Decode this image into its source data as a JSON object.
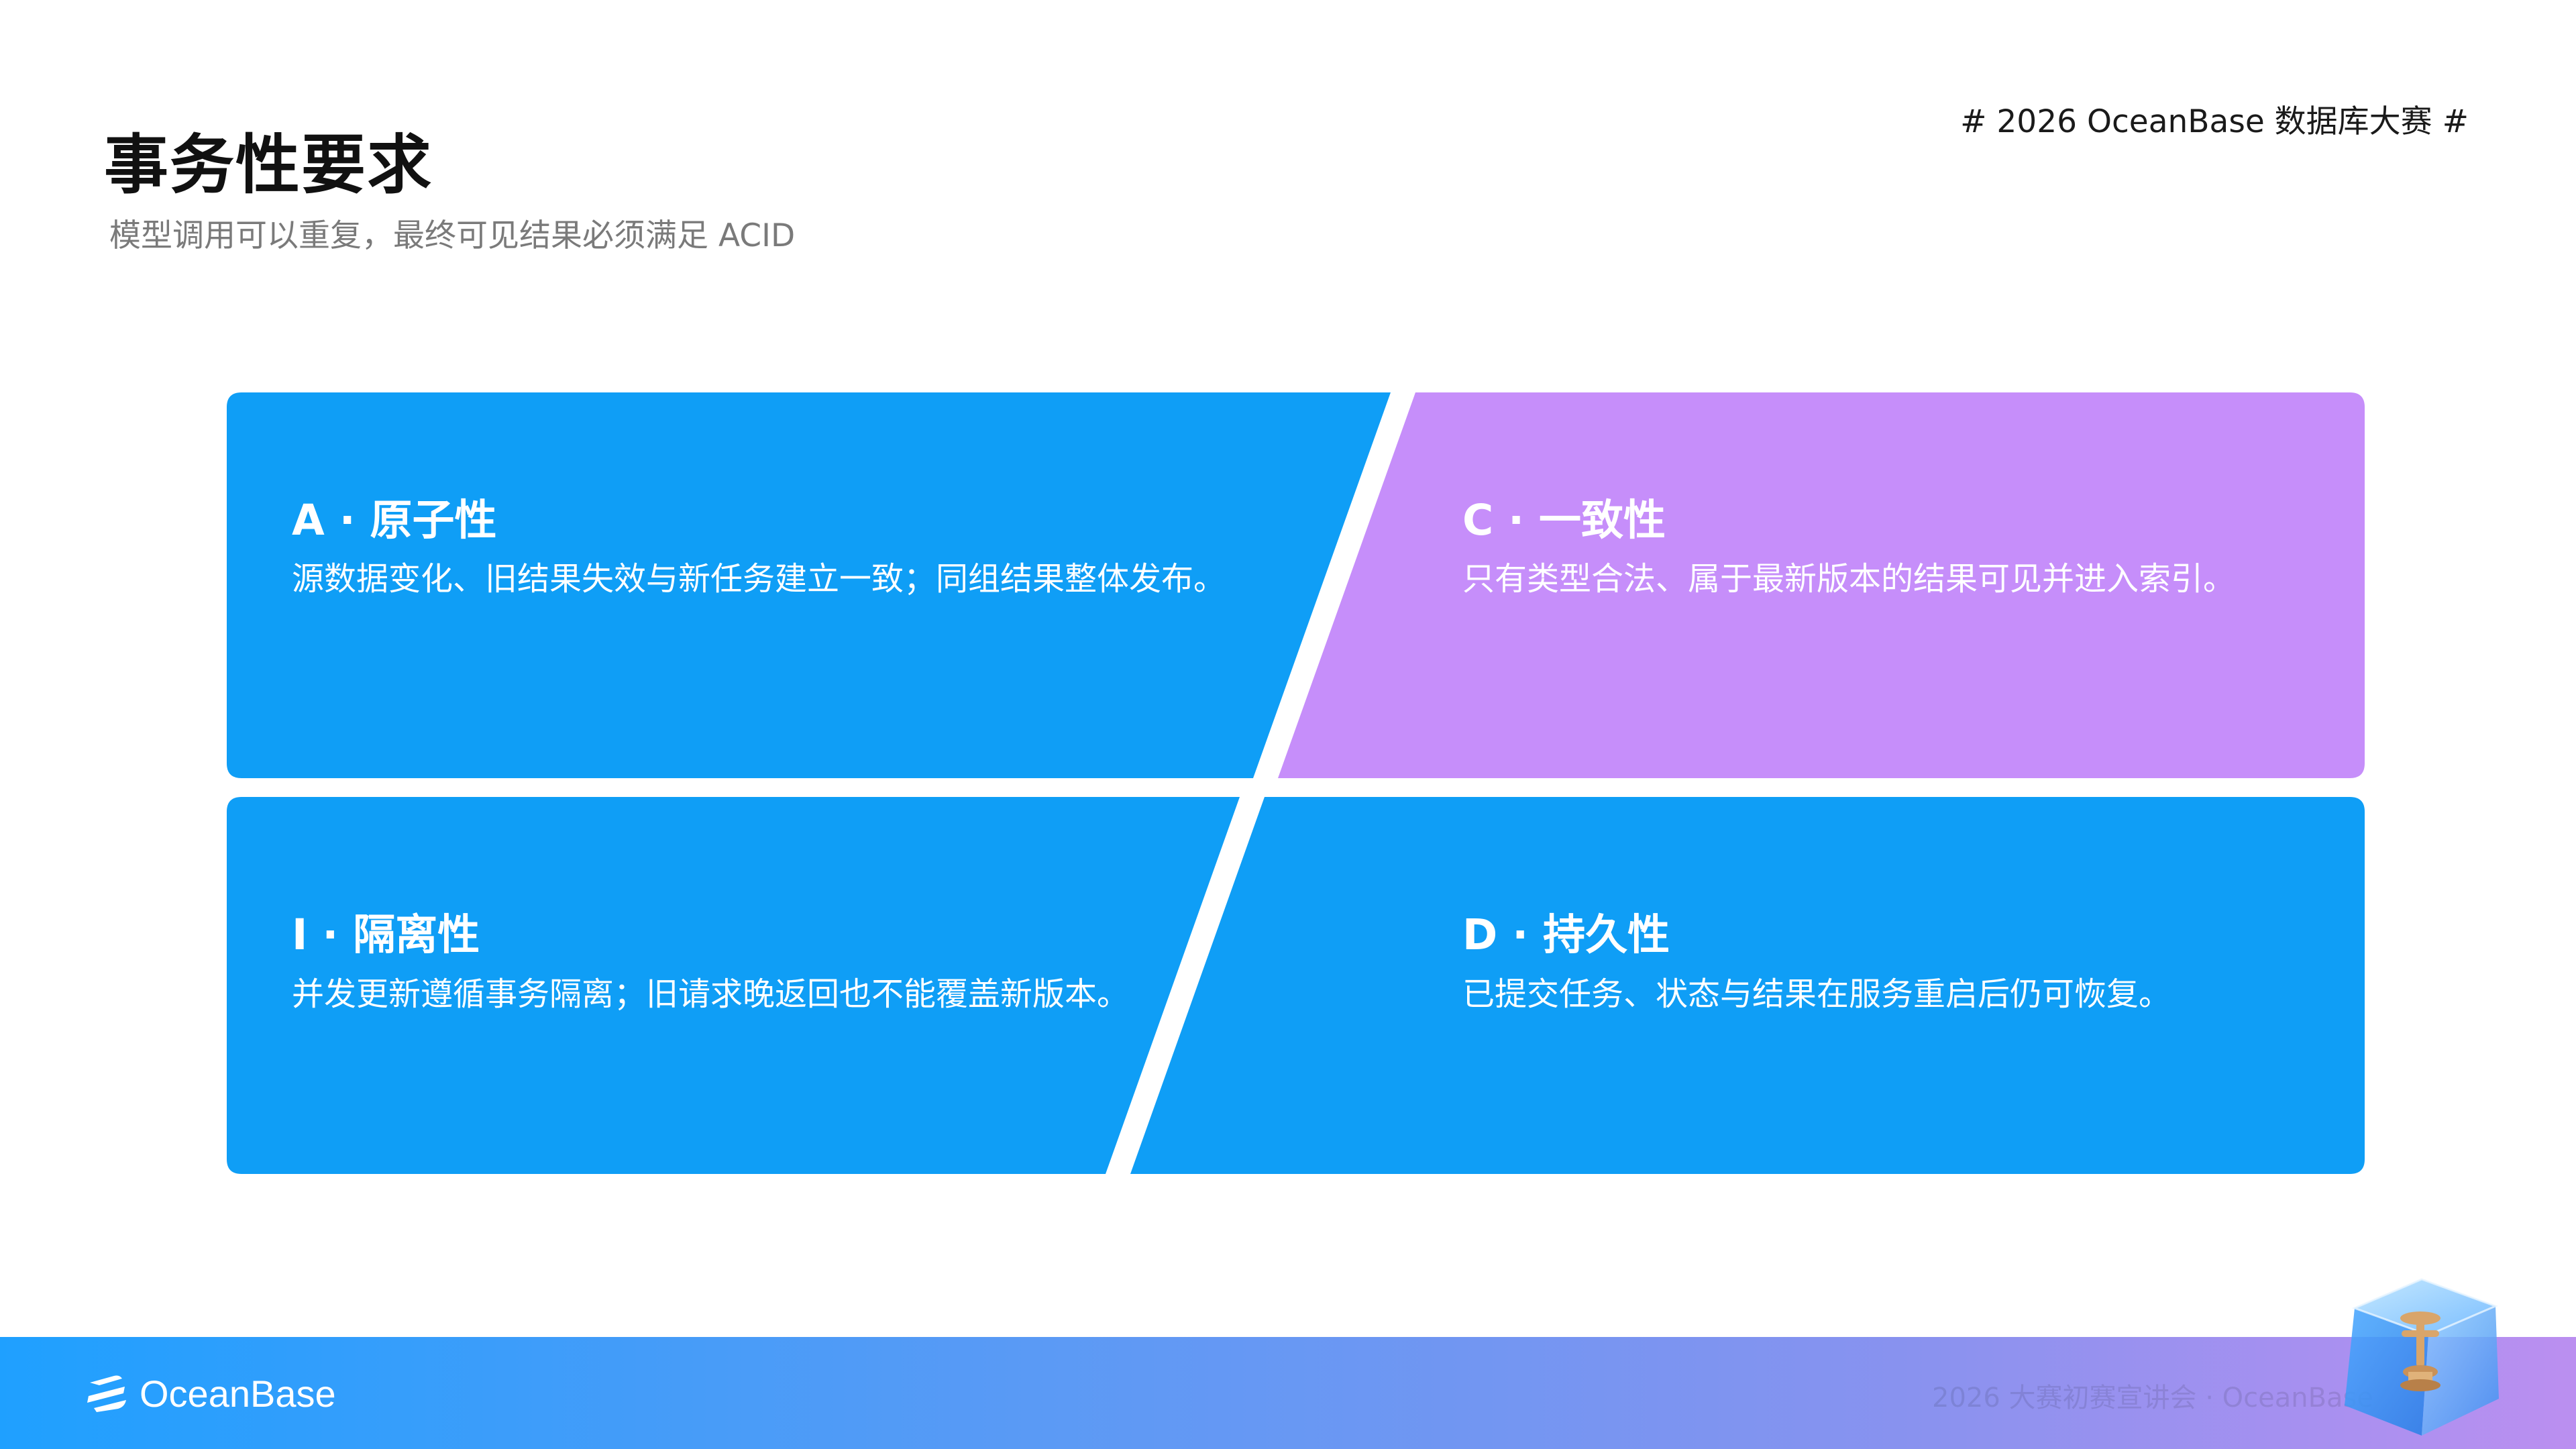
{
  "header": {
    "title": "事务性要求",
    "subtitle": "模型调用可以重复，最终可见结果必须满足 ACID",
    "event_tag": "# 2026 OceanBase 数据库大赛 #"
  },
  "cards": [
    {
      "title": "A · 原子性",
      "desc": "源数据变化、旧结果失效与新任务建立一致；同组结果整体发布。",
      "color": "#0f9ef6"
    },
    {
      "title": "C · 一致性",
      "desc": "只有类型合法、属于最新版本的结果可见并进入索引。",
      "color": "#c68efa"
    },
    {
      "title": "I · 隔离性",
      "desc": "并发更新遵循事务隔离；旧请求晚返回也不能覆盖新版本。",
      "color": "#0f9ef6"
    },
    {
      "title": "D · 持久性",
      "desc": "已提交任务、状态与结果在服务重启后仍可恢复。",
      "color": "#0f9ef6"
    }
  ],
  "footer": {
    "logo_text": "OceanBase",
    "watermark": "2026 大赛初赛宣讲会 · OceanBase"
  }
}
